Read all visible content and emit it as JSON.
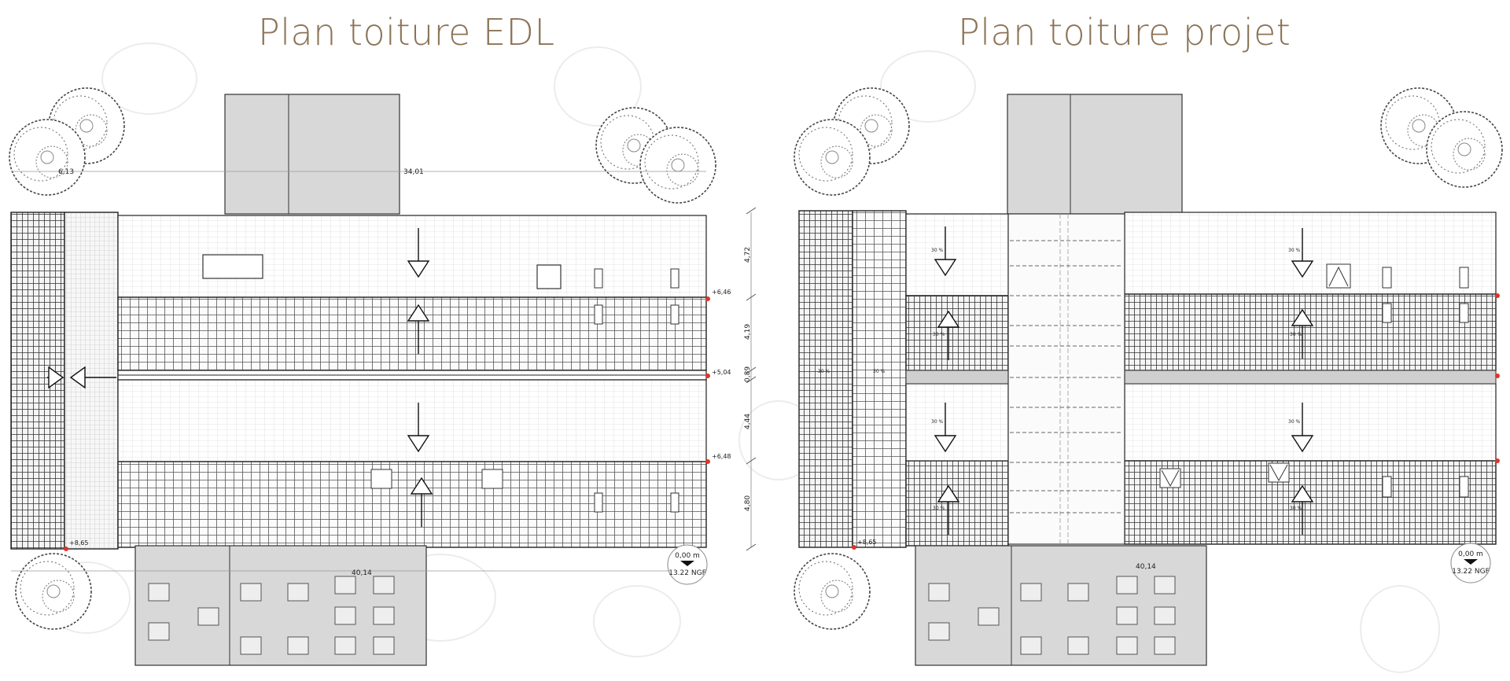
{
  "titles": {
    "left": "Plan toiture EDL",
    "right": "Plan toiture projet"
  },
  "left_plan": {
    "dimensions": {
      "top_span": "34,01",
      "top_offset": "6,13",
      "bottom_span": "40,14",
      "vertical": [
        "4,72",
        "4,19",
        "0,89",
        "4,44",
        "4,80"
      ]
    },
    "levels": [
      "+6,46",
      "+5,04",
      "+6,48",
      "+8,65"
    ],
    "datum": {
      "value": "0,00 m",
      "ngf": "13.22 NGF"
    }
  },
  "right_plan": {
    "slopes": [
      "30 %",
      "30 %",
      "30 %",
      "30 %",
      "30 %",
      "30 %",
      "30 %",
      "30 %",
      "30 %",
      "30 %"
    ],
    "levels": [
      "+8,65"
    ],
    "bottom_span_partial": "40,14",
    "datum": {
      "value": "0,00 m",
      "ngf": "13.22 NGF"
    }
  },
  "colors": {
    "title": "#8c7356",
    "line": "#2a2a2a",
    "grey_fill": "#d8d8d8",
    "watermark": "#ececec",
    "level_marker": "#e0342b"
  }
}
